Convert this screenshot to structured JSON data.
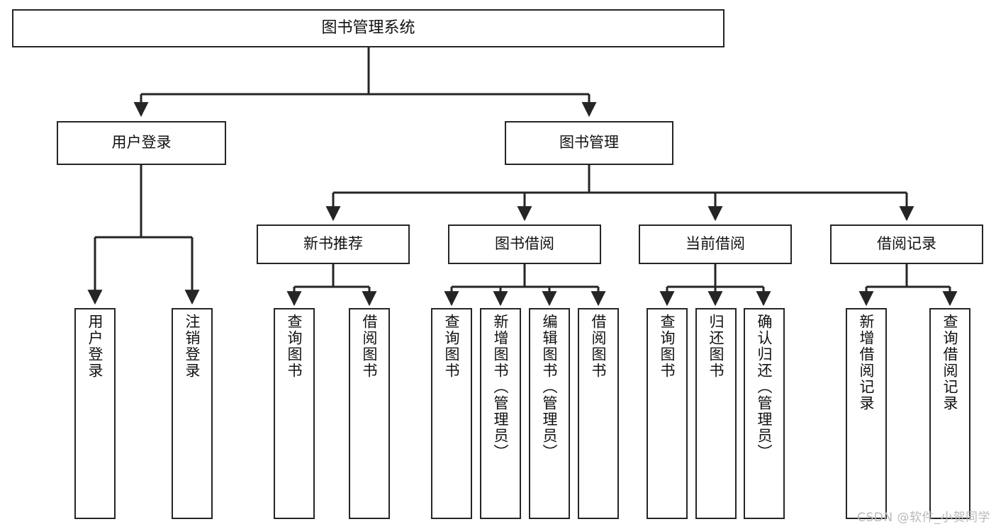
{
  "diagram": {
    "title": "图书管理系统",
    "type": "tree",
    "watermark": "CSDN @软件_小贺同学",
    "line_color": "#252525",
    "box_fill": "#ffffff",
    "text_color": "#111111",
    "root": {
      "label": "图书管理系统"
    },
    "level2": [
      {
        "label": "用户登录"
      },
      {
        "label": "图书管理"
      }
    ],
    "level3": [
      {
        "label": "新书推荐"
      },
      {
        "label": "图书借阅"
      },
      {
        "label": "当前借阅"
      },
      {
        "label": "借阅记录"
      }
    ],
    "leaves": {
      "user_login": [
        {
          "label": "用户登录"
        },
        {
          "label": "注销登录"
        }
      ],
      "new_book_recommend": [
        {
          "label": "查询图书"
        },
        {
          "label": "借阅图书"
        }
      ],
      "book_borrow": [
        {
          "label": "查询图书"
        },
        {
          "label": "新增图书（管理员）"
        },
        {
          "label": "编辑图书（管理员）"
        },
        {
          "label": "借阅图书"
        }
      ],
      "current_borrow": [
        {
          "label": "查询图书"
        },
        {
          "label": "归还图书"
        },
        {
          "label": "确认归还（管理员）"
        }
      ],
      "borrow_record": [
        {
          "label": "新增借阅记录"
        },
        {
          "label": "查询借阅记录"
        }
      ]
    }
  }
}
